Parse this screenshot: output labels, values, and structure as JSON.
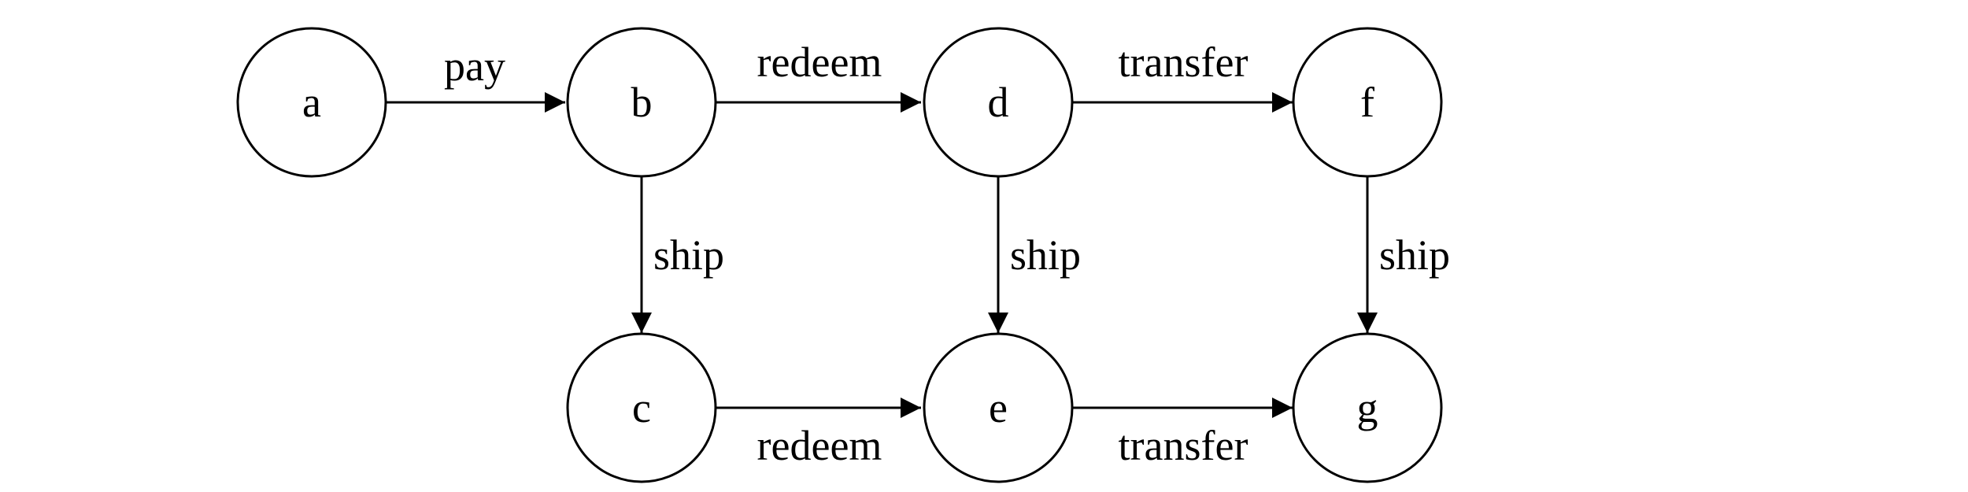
{
  "nodes": {
    "a": "a",
    "b": "b",
    "c": "c",
    "d": "d",
    "e": "e",
    "f": "f",
    "g": "g"
  },
  "edges": {
    "a_b": "pay",
    "b_d": "redeem",
    "d_f": "transfer",
    "b_c": "ship",
    "d_e": "ship",
    "f_g": "ship",
    "c_e": "redeem",
    "e_g": "transfer"
  },
  "colors": {
    "stroke": "#000000",
    "background": "#ffffff"
  }
}
